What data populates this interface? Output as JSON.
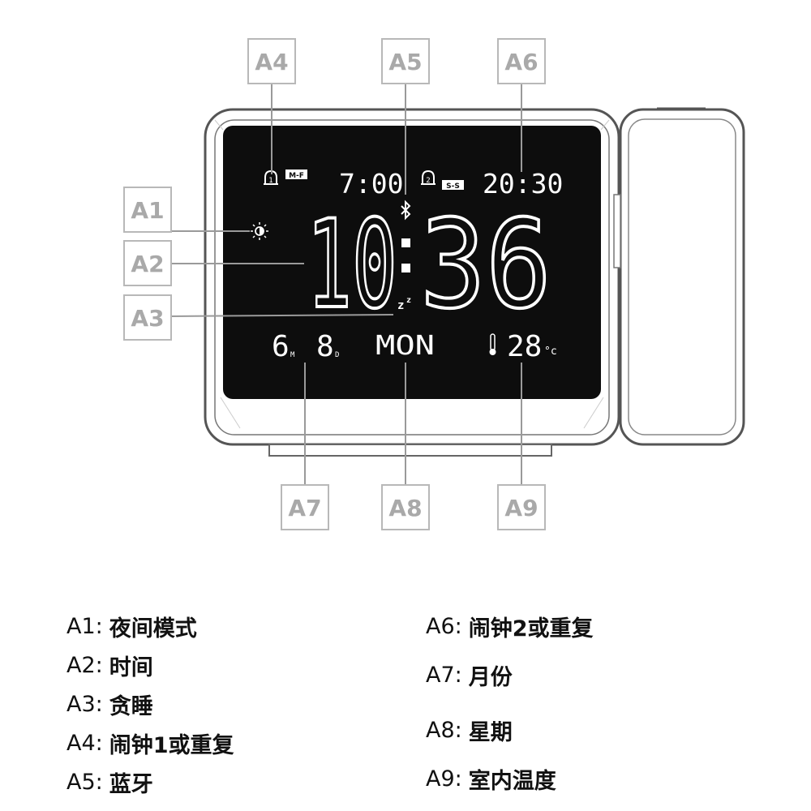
{
  "callouts": [
    {
      "id": "A1"
    },
    {
      "id": "A2"
    },
    {
      "id": "A3"
    },
    {
      "id": "A4"
    },
    {
      "id": "A5"
    },
    {
      "id": "A6"
    },
    {
      "id": "A7"
    },
    {
      "id": "A8"
    },
    {
      "id": "A9"
    }
  ],
  "display": {
    "alarm1_number": "1",
    "alarm1_days": "M-F",
    "alarm1_time": "7:00",
    "alarm2_number": "2",
    "alarm2_days": "S-S",
    "alarm2_time": "20:30",
    "main_hours": "10",
    "main_minutes": "36",
    "snooze": "zz",
    "month": "6",
    "month_unit": "M",
    "day": "8",
    "day_unit": "D",
    "weekday": "MON",
    "temperature": "28",
    "temperature_unit": "°c",
    "icons": [
      "night-mode-icon",
      "bluetooth-icon",
      "alarm-bell-icon",
      "thermometer-icon",
      "snooze-icon"
    ]
  },
  "legend": {
    "left": [
      {
        "key": "A1:",
        "desc": "夜间模式"
      },
      {
        "key": "A2:",
        "desc": "时间"
      },
      {
        "key": "A3:",
        "desc": "贪睡"
      },
      {
        "key": "A4:",
        "desc": "闹钟1或重复"
      },
      {
        "key": "A5:",
        "desc": "蓝牙"
      }
    ],
    "right": [
      {
        "key": "A6:",
        "desc": "闹钟2或重复"
      },
      {
        "key": "A7:",
        "desc": "月份"
      },
      {
        "key": "A8:",
        "desc": "星期"
      },
      {
        "key": "A9:",
        "desc": "室内温度"
      }
    ]
  },
  "colors": {
    "screen": "#0d0d0d",
    "device_outline": "#555555",
    "callout_border": "#b8b8b8",
    "callout_text": "#a9a9a9"
  }
}
